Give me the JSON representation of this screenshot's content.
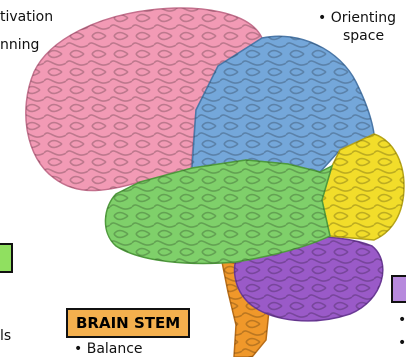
{
  "labels": {
    "frontal_line1": "tivation",
    "frontal_line2": "nning",
    "parietal_line1": "• Orienting",
    "parietal_line2": "space",
    "temporal_partial": "ls",
    "brain_stem_title": "BRAIN STEM",
    "brain_stem_item": "• Balance",
    "right_bullet_1": "•",
    "right_bullet_2": "•"
  },
  "colors": {
    "frontal": "#f29ab5",
    "parietal": "#74a7da",
    "occipital": "#f2dd2a",
    "temporal": "#7fd06a",
    "cerebellum": "#9a5ac8",
    "brain_stem": "#f0982a",
    "tag_fill": "#f4b04e",
    "green_tag": "#90e060",
    "purple_tag": "#b789dd"
  }
}
